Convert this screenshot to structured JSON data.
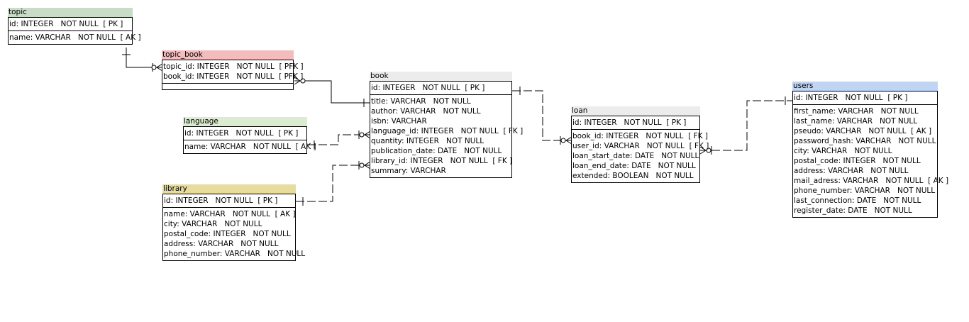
{
  "diagram": {
    "entities": [
      {
        "id": "topic",
        "title": "topic",
        "color": "#c8dcc8",
        "keys": [
          "id: INTEGER   NOT NULL  [ PK ]"
        ],
        "attributes": [
          "name: VARCHAR   NOT NULL  [ AK ]"
        ]
      },
      {
        "id": "topic_book",
        "title": "topic_book",
        "color": "#f4bcbc",
        "keys": [
          "topic_id: INTEGER   NOT NULL  [ PFK ]",
          "book_id: INTEGER   NOT NULL  [ PFK ]"
        ],
        "attributes": []
      },
      {
        "id": "book",
        "title": "book",
        "color": "#ececec",
        "keys": [
          "id: INTEGER   NOT NULL  [ PK ]"
        ],
        "attributes": [
          "title: VARCHAR   NOT NULL",
          "author: VARCHAR   NOT NULL",
          "isbn: VARCHAR",
          "language_id: INTEGER   NOT NULL  [ FK ]",
          "quantity: INTEGER   NOT NULL",
          "publication_date: DATE   NOT NULL",
          "library_id: INTEGER   NOT NULL  [ FK ]",
          "summary: VARCHAR"
        ]
      },
      {
        "id": "language",
        "title": "language",
        "color": "#dcecd0",
        "keys": [
          "id: INTEGER   NOT NULL  [ PK ]"
        ],
        "attributes": [
          "name: VARCHAR   NOT NULL  [ AK ]"
        ]
      },
      {
        "id": "library",
        "title": "library",
        "color": "#e8dc9c",
        "keys": [
          "id: INTEGER   NOT NULL  [ PK ]"
        ],
        "attributes": [
          "name: VARCHAR   NOT NULL  [ AK ]",
          "city: VARCHAR   NOT NULL",
          "postal_code: INTEGER   NOT NULL",
          "address: VARCHAR   NOT NULL",
          "phone_number: VARCHAR   NOT NULL"
        ]
      },
      {
        "id": "loan",
        "title": "loan",
        "color": "#ececec",
        "keys": [
          "id: INTEGER   NOT NULL  [ PK ]"
        ],
        "attributes": [
          "book_id: INTEGER   NOT NULL  [ FK ]",
          "user_id: VARCHAR   NOT NULL  [ FK ]",
          "loan_start_date: DATE   NOT NULL",
          "loan_end_date: DATE   NOT NULL",
          "extended: BOOLEAN   NOT NULL"
        ]
      },
      {
        "id": "users",
        "title": "users",
        "color": "#c0d4f4",
        "keys": [
          "id: INTEGER   NOT NULL  [ PK ]"
        ],
        "attributes": [
          "first_name: VARCHAR   NOT NULL",
          "last_name: VARCHAR   NOT NULL",
          "pseudo: VARCHAR   NOT NULL  [ AK ]",
          "password_hash: VARCHAR   NOT NULL",
          "city: VARCHAR   NOT NULL",
          "postal_code: INTEGER   NOT NULL",
          "address: VARCHAR   NOT NULL",
          "mail_adress: VARCHAR   NOT NULL  [ AK ]",
          "phone_number: VARCHAR   NOT NULL",
          "last_connection: DATE   NOT NULL",
          "register_date: DATE   NOT NULL"
        ]
      }
    ],
    "relationships": [
      {
        "from": "topic",
        "to": "topic_book",
        "style": "identifying",
        "cardinality": "one-to-many"
      },
      {
        "from": "book",
        "to": "topic_book",
        "style": "identifying",
        "cardinality": "one-to-many"
      },
      {
        "from": "language",
        "to": "book",
        "style": "non-identifying",
        "cardinality": "one-to-many"
      },
      {
        "from": "library",
        "to": "book",
        "style": "non-identifying",
        "cardinality": "one-to-many"
      },
      {
        "from": "book",
        "to": "loan",
        "style": "non-identifying",
        "cardinality": "one-to-many"
      },
      {
        "from": "users",
        "to": "loan",
        "style": "non-identifying",
        "cardinality": "one-to-many"
      }
    ]
  }
}
